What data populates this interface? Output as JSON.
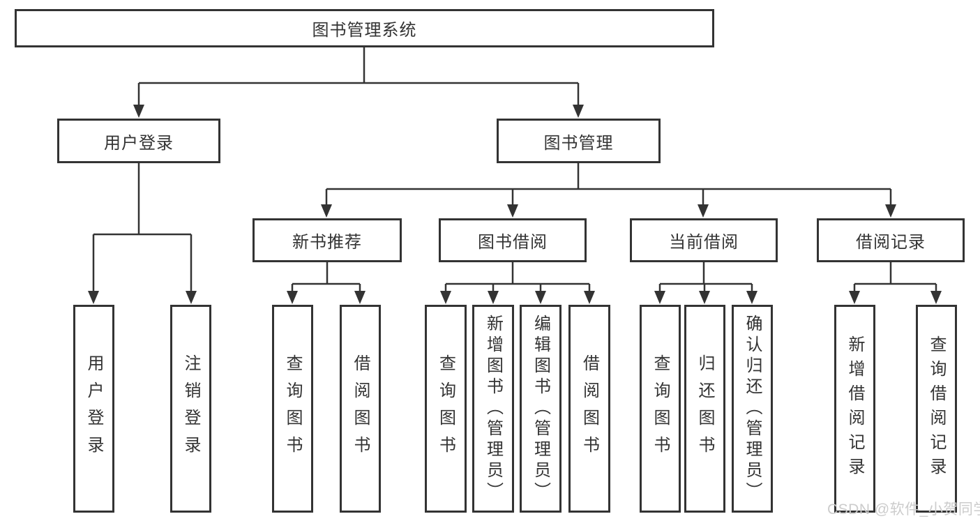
{
  "colors": {
    "line": "#333333",
    "text": "#333333",
    "box_background": "#ffffff",
    "background": "#ffffff",
    "watermark": "#cccccc"
  },
  "watermark": {
    "text": "CSDN @软件_小贺同学"
  },
  "tree": {
    "label": "图书管理系统",
    "children": [
      {
        "label": "用户登录",
        "children": [
          {
            "label": "用户登录"
          },
          {
            "label": "注销登录"
          }
        ]
      },
      {
        "label": "图书管理",
        "children": [
          {
            "label": "新书推荐",
            "children": [
              {
                "label": "查询图书"
              },
              {
                "label": "借阅图书"
              }
            ]
          },
          {
            "label": "图书借阅",
            "children": [
              {
                "label": "查询图书"
              },
              {
                "label": "新增图书（管理员）"
              },
              {
                "label": "编辑图书（管理员）"
              },
              {
                "label": "借阅图书"
              }
            ]
          },
          {
            "label": "当前借阅",
            "children": [
              {
                "label": "查询图书"
              },
              {
                "label": "归还图书"
              },
              {
                "label": "确认归还（管理员）"
              }
            ]
          },
          {
            "label": "借阅记录",
            "children": [
              {
                "label": "新增借阅记录"
              },
              {
                "label": "查询借阅记录"
              }
            ]
          }
        ]
      }
    ]
  }
}
